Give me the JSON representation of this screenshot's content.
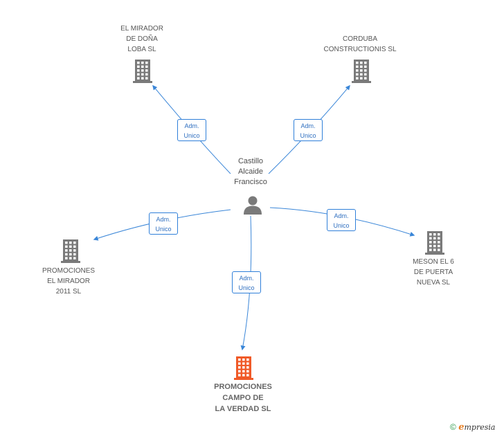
{
  "person": {
    "name_lines": [
      "Castillo",
      "Alcaide",
      "Francisco"
    ],
    "icon": "person-icon"
  },
  "companies": [
    {
      "id": "mirador-dona-loba",
      "lines": [
        "EL MIRADOR",
        "DE DOÑA",
        "LOBA SL"
      ],
      "icon": "building-icon",
      "color": "#7a7a7a"
    },
    {
      "id": "corduba",
      "lines": [
        "CORDUBA",
        "CONSTRUCTIONIS SL"
      ],
      "icon": "building-icon",
      "color": "#7a7a7a"
    },
    {
      "id": "promociones-mirador",
      "lines": [
        "PROMOCIONES",
        "EL MIRADOR",
        "2011 SL"
      ],
      "icon": "building-icon",
      "color": "#7a7a7a"
    },
    {
      "id": "meson-el-6",
      "lines": [
        "MESON EL 6",
        "DE PUERTA",
        "NUEVA SL"
      ],
      "icon": "building-icon",
      "color": "#7a7a7a"
    },
    {
      "id": "promociones-campo",
      "lines": [
        "PROMOCIONES",
        "CAMPO DE",
        "LA VERDAD SL"
      ],
      "icon": "building-icon",
      "color": "#f05a28",
      "highlight": true
    }
  ],
  "relations": [
    {
      "label_lines": [
        "Adm.",
        "Unico"
      ],
      "target": "mirador-dona-loba"
    },
    {
      "label_lines": [
        "Adm.",
        "Unico"
      ],
      "target": "corduba"
    },
    {
      "label_lines": [
        "Adm.",
        "Unico"
      ],
      "target": "promociones-mirador"
    },
    {
      "label_lines": [
        "Adm.",
        "Unico"
      ],
      "target": "meson-el-6"
    },
    {
      "label_lines": [
        "Adm.",
        "Unico"
      ],
      "target": "promociones-campo"
    }
  ],
  "colors": {
    "edge": "#3a86d8",
    "badge_border": "#2f7fd9",
    "person": "#7a7a7a"
  },
  "footer": {
    "copyright_symbol": "©",
    "brand_initial": "e",
    "brand_rest": "mpresia"
  }
}
